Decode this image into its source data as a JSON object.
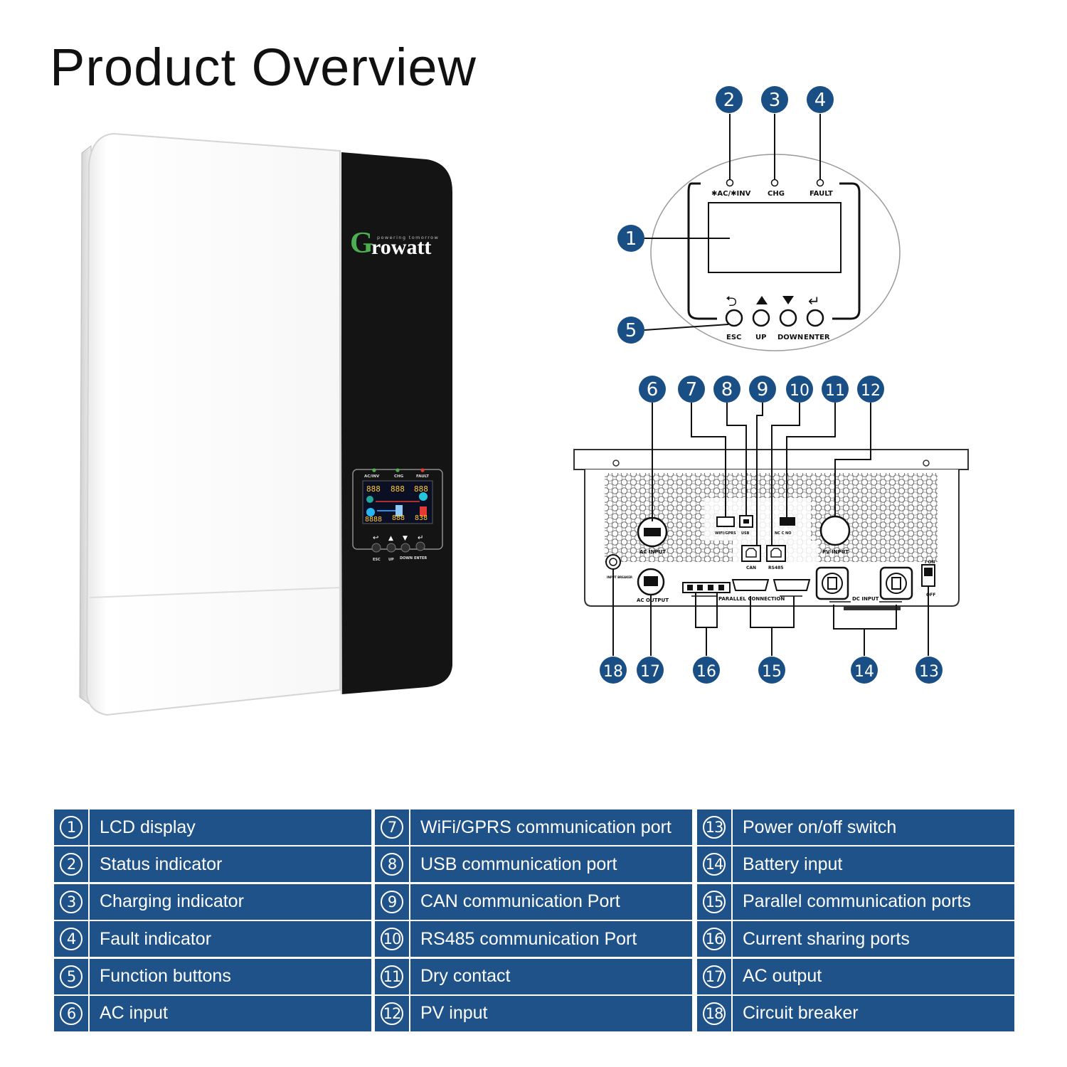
{
  "title": "Product Overview",
  "brand": {
    "name": "rowatt",
    "initial": "G",
    "tagline": "powering tomorrow",
    "logo_color": "#4caf50"
  },
  "colors": {
    "badge": "#1a4f86",
    "table_bg": "#1f5289",
    "device_dark": "#141414"
  },
  "device_panel": {
    "indicators": [
      "AC/INV",
      "CHG",
      "FAULT"
    ],
    "lcd_readouts": [
      "888",
      "888",
      "888",
      "8888",
      "888",
      "838"
    ],
    "buttons": [
      "ESC",
      "UP",
      "DOWN",
      "ENTER"
    ]
  },
  "panel_zoom": {
    "indicators": [
      "✱AC/✱INV",
      "CHG",
      "FAULT"
    ],
    "buttons": [
      "ESC",
      "UP",
      "DOWN",
      "ENTER"
    ]
  },
  "bottom_view": {
    "port_labels": {
      "wifi": "WIFI/GPRS",
      "usb": "USB",
      "dry": "NC C NO",
      "can": "CAN",
      "rs485": "RS485",
      "ac_input": "AC INPUT",
      "pv_input": "PV INPUT",
      "ac_output": "AC OUTPUT",
      "parallel": "PARALLEL CONNECTION",
      "dc_input": "DC INPUT",
      "input_breaker": "INPUT BREAKER",
      "switch_on": "I ON",
      "switch_off": "OFF"
    }
  },
  "badges": [
    "1",
    "2",
    "3",
    "4",
    "5",
    "6",
    "7",
    "8",
    "9",
    "10",
    "11",
    "12",
    "13",
    "14",
    "15",
    "16",
    "17",
    "18"
  ],
  "legend": [
    [
      {
        "num": "1",
        "label": "LCD display"
      },
      {
        "num": "2",
        "label": "Status indicator"
      },
      {
        "num": "3",
        "label": "Charging indicator"
      },
      {
        "num": "4",
        "label": "Fault indicator"
      },
      {
        "num": "5",
        "label": "Function buttons"
      },
      {
        "num": "6",
        "label": "AC input"
      }
    ],
    [
      {
        "num": "7",
        "label": "WiFi/GPRS communication port"
      },
      {
        "num": "8",
        "label": "USB communication port"
      },
      {
        "num": "9",
        "label": "CAN communication Port"
      },
      {
        "num": "10",
        "label": "RS485 communication Port"
      },
      {
        "num": "11",
        "label": "Dry contact"
      },
      {
        "num": "12",
        "label": "PV input"
      }
    ],
    [
      {
        "num": "13",
        "label": "Power on/off switch"
      },
      {
        "num": "14",
        "label": "Battery input"
      },
      {
        "num": "15",
        "label": "Parallel communication ports"
      },
      {
        "num": "16",
        "label": "Current sharing ports"
      },
      {
        "num": "17",
        "label": "AC output"
      },
      {
        "num": "18",
        "label": "Circuit breaker"
      }
    ]
  ]
}
